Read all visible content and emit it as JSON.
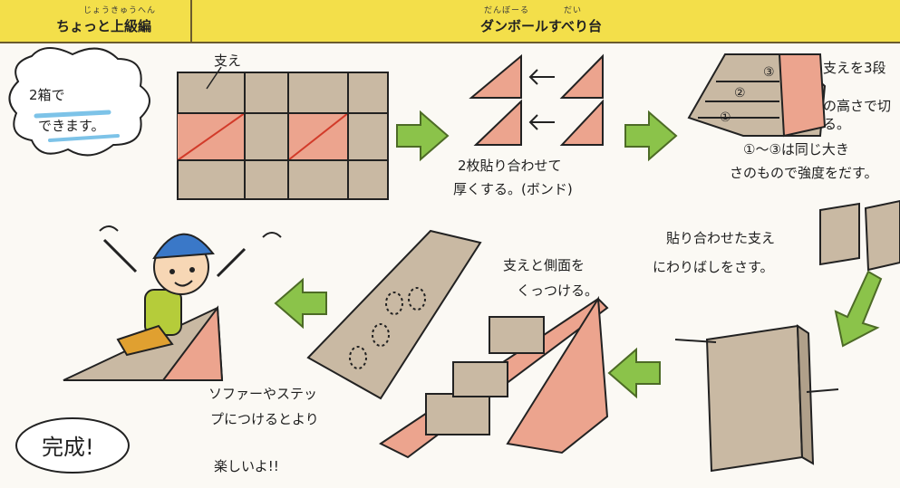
{
  "header": {
    "left": {
      "ruby": "じょうきゅうへん",
      "title": "ちょっと上級編"
    },
    "right": {
      "ruby_1": "だんぼーる",
      "ruby_2": "だい",
      "title": "ダンボールすべり台"
    }
  },
  "notes": {
    "two_boxes": [
      "2箱で",
      "できます。"
    ],
    "support_label": "支え",
    "glue_two": [
      "2枚貼り合わせて",
      "厚くする。(ボンド)"
    ],
    "cut_supports": [
      "支えを3段",
      "の高さで切",
      "る。"
    ],
    "same_size": [
      "①〜③は同じ大き",
      "さのもので強度をだす。"
    ],
    "insert_supports": [
      "貼り合わせた支え",
      "にわりばしをさす。"
    ],
    "attach_side": [
      "支えと側面を",
      "くっつける。"
    ],
    "sofa_tip": [
      "ソファーやステッ",
      "プにつけるとより",
      "楽しいよ!!"
    ],
    "complete": "完成!"
  },
  "circled_numbers": [
    "①",
    "②",
    "③"
  ],
  "colors": {
    "header": "#f3df4a",
    "cardboard": "#c9b9a3",
    "pink": "#eca48e",
    "arrow": "#8bc34a",
    "hat": "#3a78c8"
  }
}
